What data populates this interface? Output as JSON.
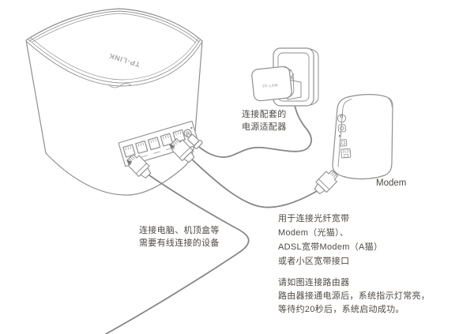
{
  "diagram": {
    "router": {
      "brand": "TP-LINK"
    },
    "adapter": {
      "brand": "TP-LINK"
    },
    "modem": {
      "label": "Modem"
    }
  },
  "annotations": {
    "adapter_note": {
      "lines": [
        "连接配套的",
        "电源适配器"
      ]
    },
    "lan_note": {
      "lines": [
        "连接电脑、机顶盒等",
        "需要有线连接的设备"
      ]
    },
    "wan_note": {
      "lines": [
        "用于连接光纤宽带",
        "Modem（光猫）、",
        "ADSL宽带Modem（A猫）",
        "或者小区宽带接口"
      ]
    },
    "boot_note": {
      "lines": [
        "请如图连接路由器",
        "路由器接通电源后，系统指示灯常亮，",
        "等待约20秒后，系统启动成功。"
      ]
    }
  },
  "colors": {
    "line": "#8f8f8f",
    "cable": "#878787",
    "text": "#4f4a45"
  }
}
